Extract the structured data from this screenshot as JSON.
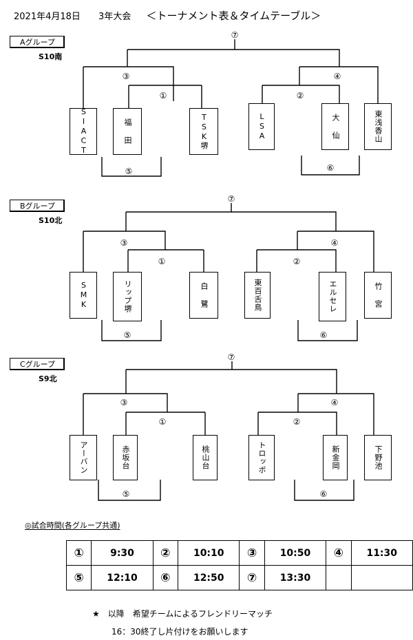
{
  "header": {
    "date": "2021年4月18日",
    "event": "3年大会",
    "title": "＜トーナメント表＆タイムテーブル＞"
  },
  "groups": [
    {
      "label": "Aグループ",
      "venue": "S10南",
      "teams": [
        "SIACT",
        "福 田",
        "TSK堺",
        "LSA",
        "大 仙",
        "東浅香山"
      ],
      "match_labels": [
        "①",
        "②",
        "③",
        "④",
        "⑤",
        "⑥",
        "⑦"
      ]
    },
    {
      "label": "Bグループ",
      "venue": "S10北",
      "teams": [
        "SMK",
        "リップ堺",
        "白 鷺",
        "東百舌鳥",
        "エルセレ",
        "竹 宮"
      ],
      "match_labels": [
        "①",
        "②",
        "③",
        "④",
        "⑤",
        "⑥",
        "⑦"
      ]
    },
    {
      "label": "Cグループ",
      "venue": "S9北",
      "teams": [
        "アーバン",
        "赤坂台",
        "桃山台",
        "トロッポ",
        "新金岡",
        "下野池"
      ],
      "match_labels": [
        "①",
        "②",
        "③",
        "④",
        "⑤",
        "⑥",
        "⑦"
      ]
    }
  ],
  "schedule": {
    "title": "◎試合時間(各グループ共通)",
    "rows": [
      [
        {
          "num": "①",
          "time": "9:30"
        },
        {
          "num": "②",
          "time": "10:10"
        },
        {
          "num": "③",
          "time": "10:50"
        },
        {
          "num": "④",
          "time": "11:30"
        }
      ],
      [
        {
          "num": "⑤",
          "time": "12:10"
        },
        {
          "num": "⑥",
          "time": "12:50"
        },
        {
          "num": "⑦",
          "time": "13:30"
        },
        {
          "num": "",
          "time": ""
        }
      ]
    ]
  },
  "footer": {
    "line1": "★　以降　希望チームによるフレンドリーマッチ",
    "line2": "16：30終了し片付けをお願いします"
  }
}
